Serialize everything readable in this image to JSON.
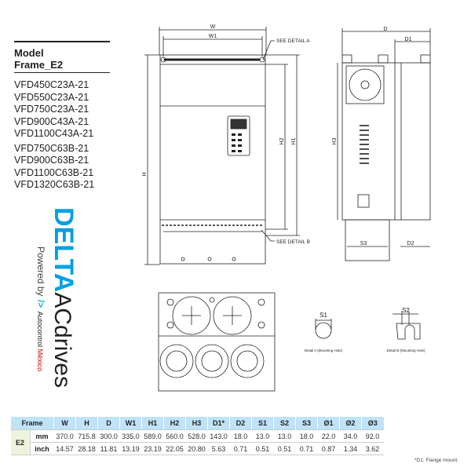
{
  "header": {
    "model_label": "Model",
    "frame_label": "Frame_E2"
  },
  "models": [
    "VFD450C23A-21",
    "VFD550C23A-21",
    "VFD750C23A-21",
    "VFD900C43A-21",
    "VFD1100C43A-21",
    "VFD750C63B-21",
    "VFD900C63B-21",
    "VFD1100C63B-21",
    "VFD1320C63B-21"
  ],
  "logo": {
    "brand": "DELTA",
    "product": "ACdrives",
    "powered": "Powered by",
    "company_a": "Autocontrol",
    "company_b": "México"
  },
  "drawing": {
    "dims": {
      "W": "W",
      "W1": "W1",
      "H": "H",
      "H1": "H1",
      "H2": "H2",
      "H3": "H3",
      "D": "D",
      "D1": "D1",
      "D2": "D2",
      "S1": "S1",
      "S2": "S2",
      "S3": "S3"
    },
    "see_detail_a": "SEE DETAIL A",
    "see_detail_b": "SEE DETAIL B",
    "detail_a": "Detail A (Mounting Hole)",
    "detail_b": "Detail B (Mounting Hole)"
  },
  "table": {
    "headers": [
      "Frame",
      "W",
      "H",
      "D",
      "W1",
      "H1",
      "H2",
      "H3",
      "D1*",
      "D2",
      "S1",
      "S2",
      "S3",
      "Ø1",
      "Ø2",
      "Ø3"
    ],
    "frame": "E2",
    "rows": [
      {
        "unit": "mm",
        "values": [
          "370.0",
          "715.8",
          "300.0",
          "335.0",
          "589.0",
          "560.0",
          "528.0",
          "143.0",
          "18.0",
          "13.0",
          "13.0",
          "18.0",
          "22.0",
          "34.0",
          "92.0"
        ]
      },
      {
        "unit": "inch",
        "values": [
          "14.57",
          "28.18",
          "11.81",
          "13.19",
          "23.19",
          "22.05",
          "20.80",
          "5.63",
          "0.71",
          "0.51",
          "0.51",
          "0.71",
          "0.87",
          "1.34",
          "3.62"
        ]
      }
    ],
    "footnote": "*D1: Flange mount."
  }
}
